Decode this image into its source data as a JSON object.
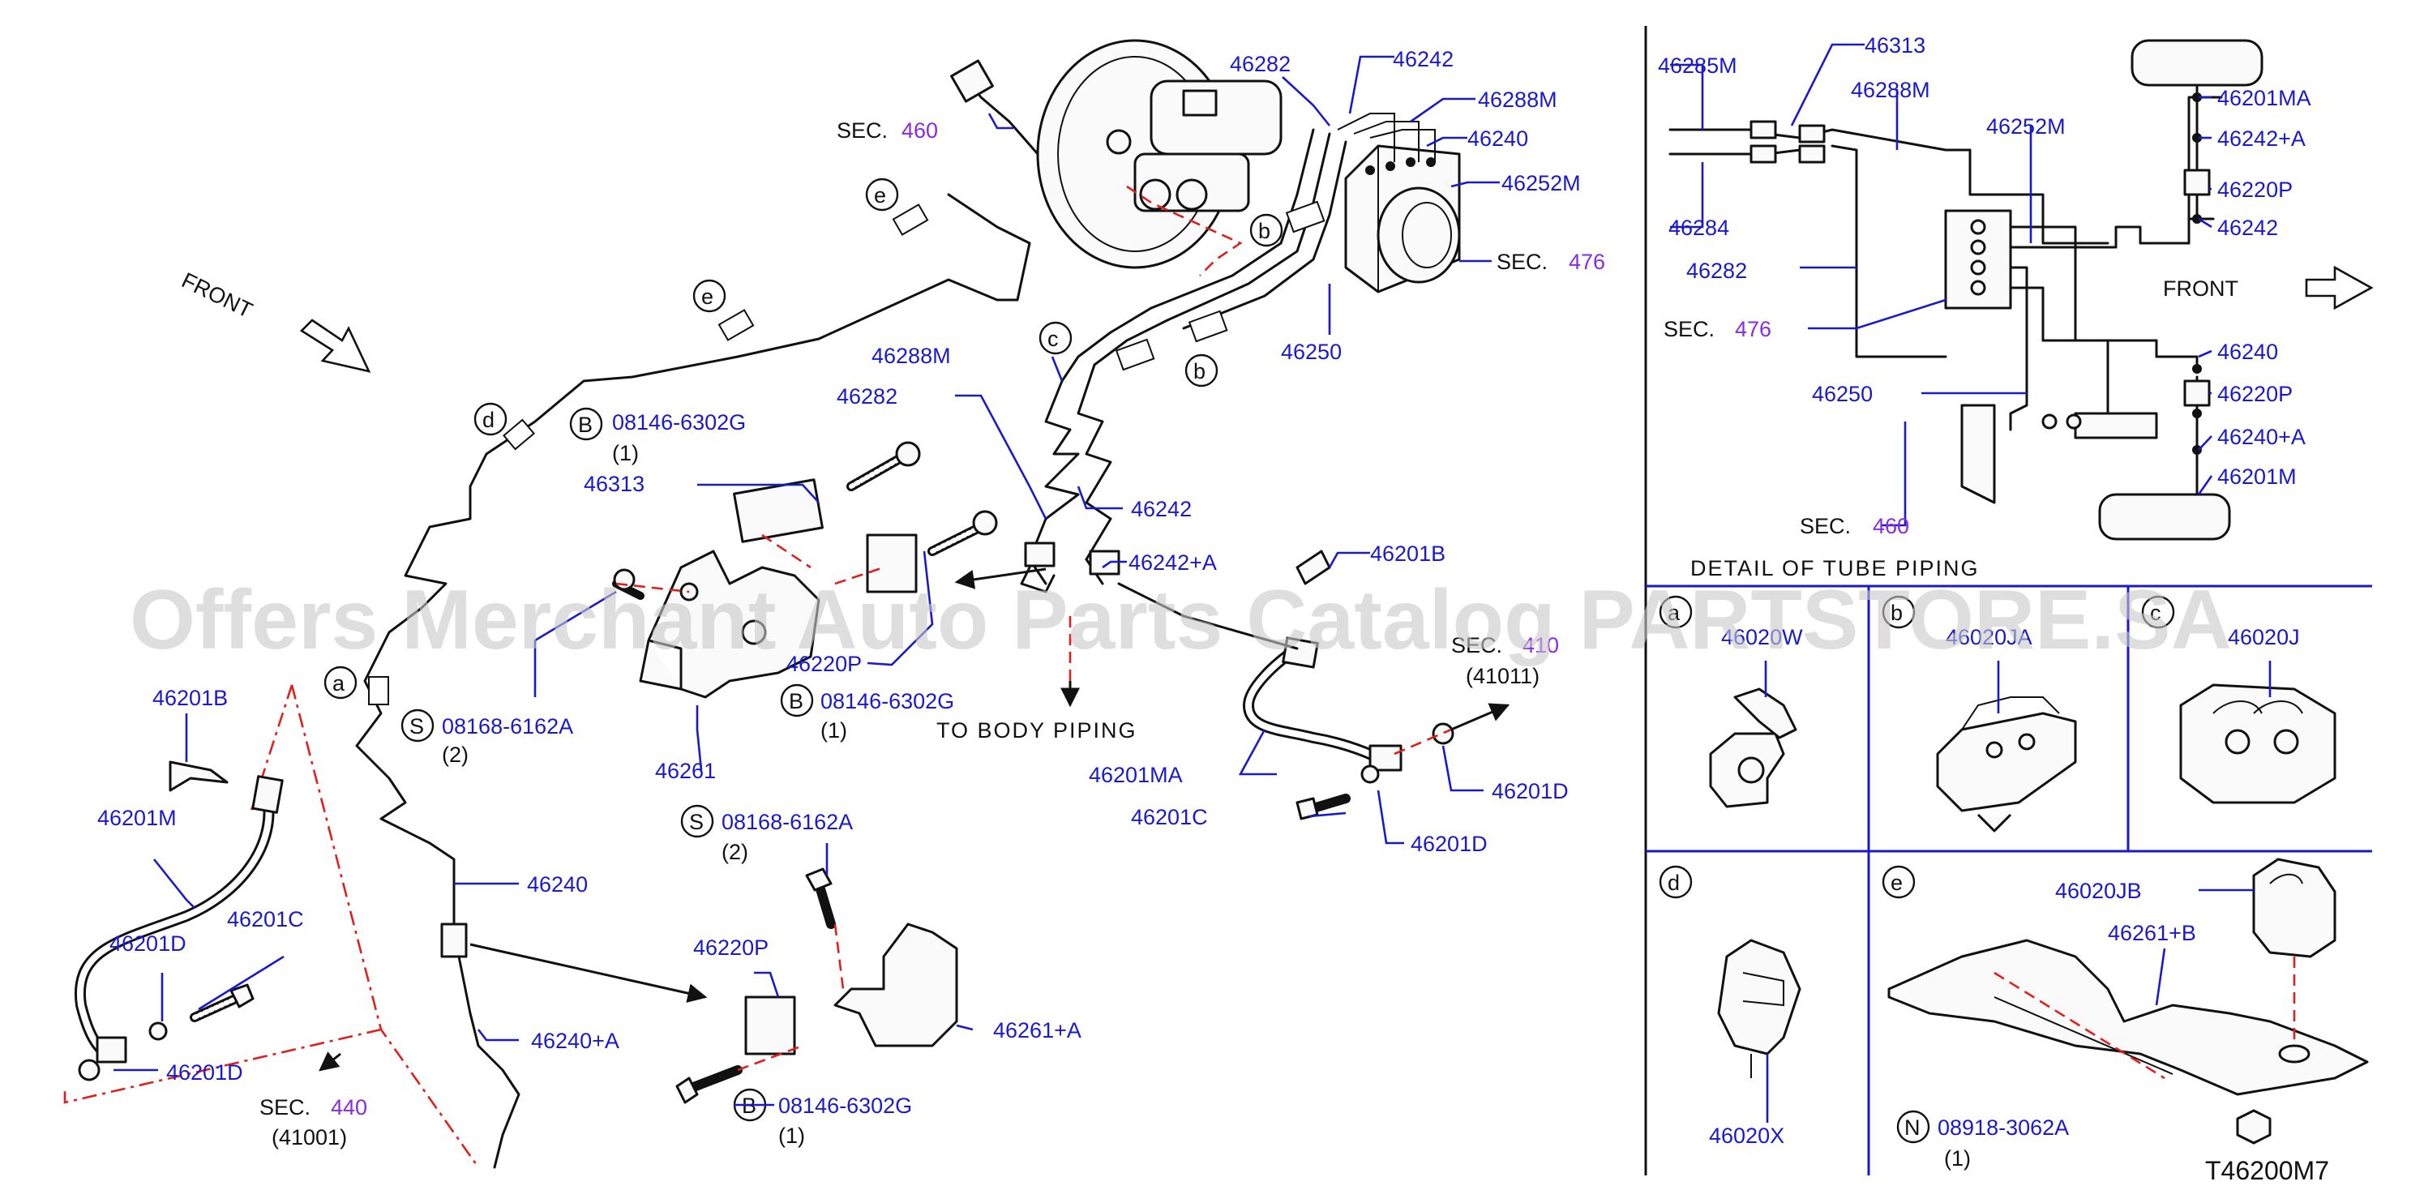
{
  "diagram_code": "T46200M7",
  "watermark": "Offers Merchant Auto Parts Catalog PARTSTORE.SA",
  "front_label": "FRONT",
  "detail_title": "DETAIL OF TUBE PIPING",
  "to_body_piping": "TO BODY PIPING",
  "sec_prefix": "SEC.",
  "sec_values": {
    "s460": "460",
    "s476": "476",
    "s440": "440",
    "s410": "410"
  },
  "sec_subs": {
    "s41011": "(41011)",
    "s41001": "(41001)"
  },
  "qty": {
    "q1": "(1)",
    "q2": "(2)"
  },
  "letters": {
    "a": "a",
    "b": "b",
    "c": "c",
    "d": "d",
    "e": "e",
    "B": "B",
    "S": "S",
    "N": "N"
  },
  "parts": {
    "p46282": "46282",
    "p46242": "46242",
    "p46288M": "46288M",
    "p46240": "46240",
    "p46252M": "46252M",
    "p46250": "46250",
    "p46313": "46313",
    "p46261": "46261",
    "p46220P": "46220P",
    "p46242A": "46242+A",
    "p46201B": "46201B",
    "p46201MA": "46201MA",
    "p46201C": "46201C",
    "p46201D": "46201D",
    "p46201M": "46201M",
    "p46240A": "46240+A",
    "p46261A": "46261+A",
    "p46285M": "46285M",
    "p46284": "46284",
    "p46201MA_r": "46201MA",
    "p46201M_r": "46201M",
    "p46020W": "46020W",
    "p46020JA": "46020JA",
    "p46020J": "46020J",
    "p46020X": "46020X",
    "p46020JB": "46020JB",
    "p46261B": "46261+B",
    "b1": "08146-6302G",
    "s1": "08168-6162A",
    "n1": "08918-3062A"
  },
  "colors": {
    "part_number": "#1a1acc",
    "section": "#8a2be2",
    "red_guide": "#e0201c"
  }
}
